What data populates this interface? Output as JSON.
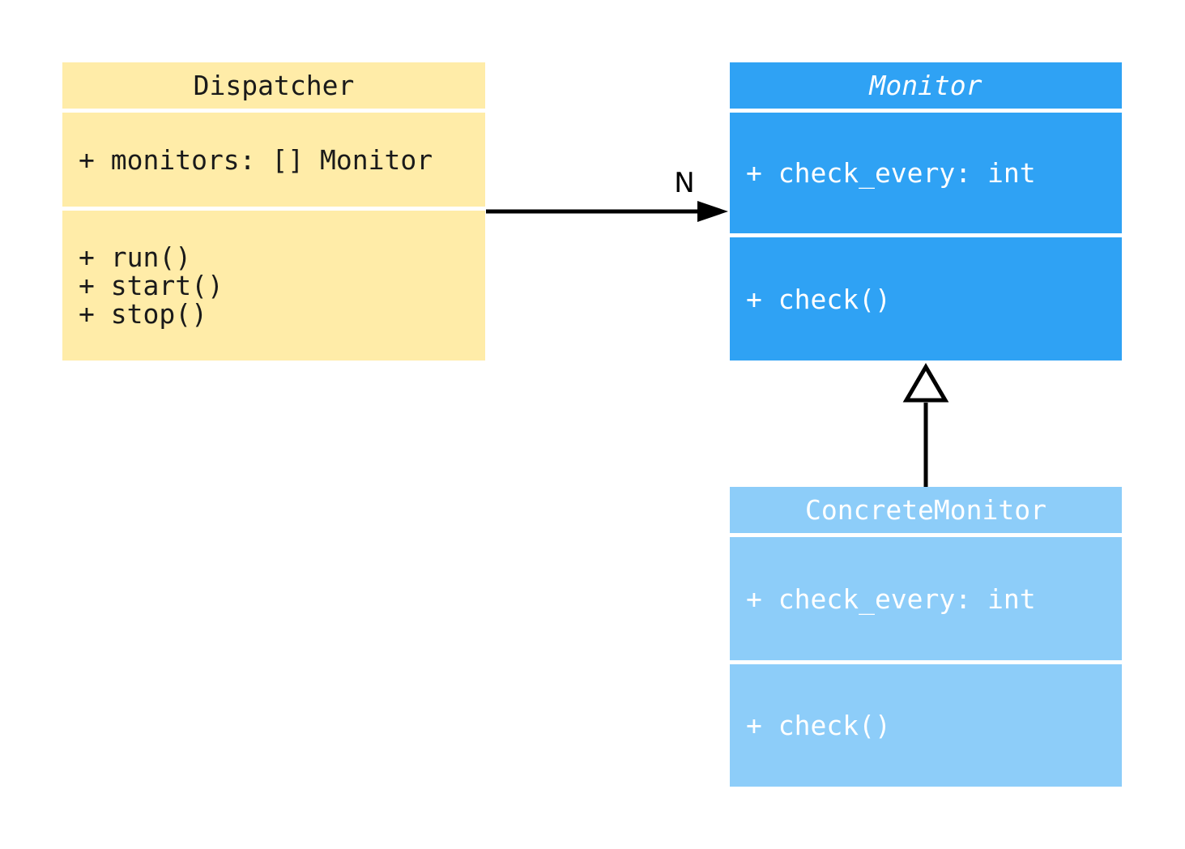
{
  "diagram": {
    "type": "uml-class-diagram",
    "background_color": "#ffffff",
    "connector_color": "#000000",
    "classes": [
      {
        "id": "dispatcher",
        "name": "Dispatcher",
        "abstract": false,
        "attributes": [
          "+ monitors: [] Monitor"
        ],
        "methods": [
          "+ run()",
          "+ start()",
          "+ stop()"
        ],
        "fill": "#FFECA8",
        "text_color": "#1a1a1a"
      },
      {
        "id": "monitor",
        "name": "Monitor",
        "abstract": true,
        "attributes": [
          "+ check_every: int"
        ],
        "methods": [
          "+ check()"
        ],
        "fill": "#2FA2F4",
        "text_color": "#ffffff"
      },
      {
        "id": "concrete_monitor",
        "name": "ConcreteMonitor",
        "abstract": false,
        "attributes": [
          "+ check_every: int"
        ],
        "methods": [
          "+ check()"
        ],
        "fill": "#8DCDF9",
        "text_color": "#ffffff"
      }
    ],
    "relations": [
      {
        "type": "association",
        "from": "Dispatcher",
        "to": "Monitor",
        "label": "N",
        "arrowhead": "filled-triangle"
      },
      {
        "type": "inheritance",
        "from": "ConcreteMonitor",
        "to": "Monitor",
        "label": "",
        "arrowhead": "hollow-triangle"
      }
    ]
  }
}
